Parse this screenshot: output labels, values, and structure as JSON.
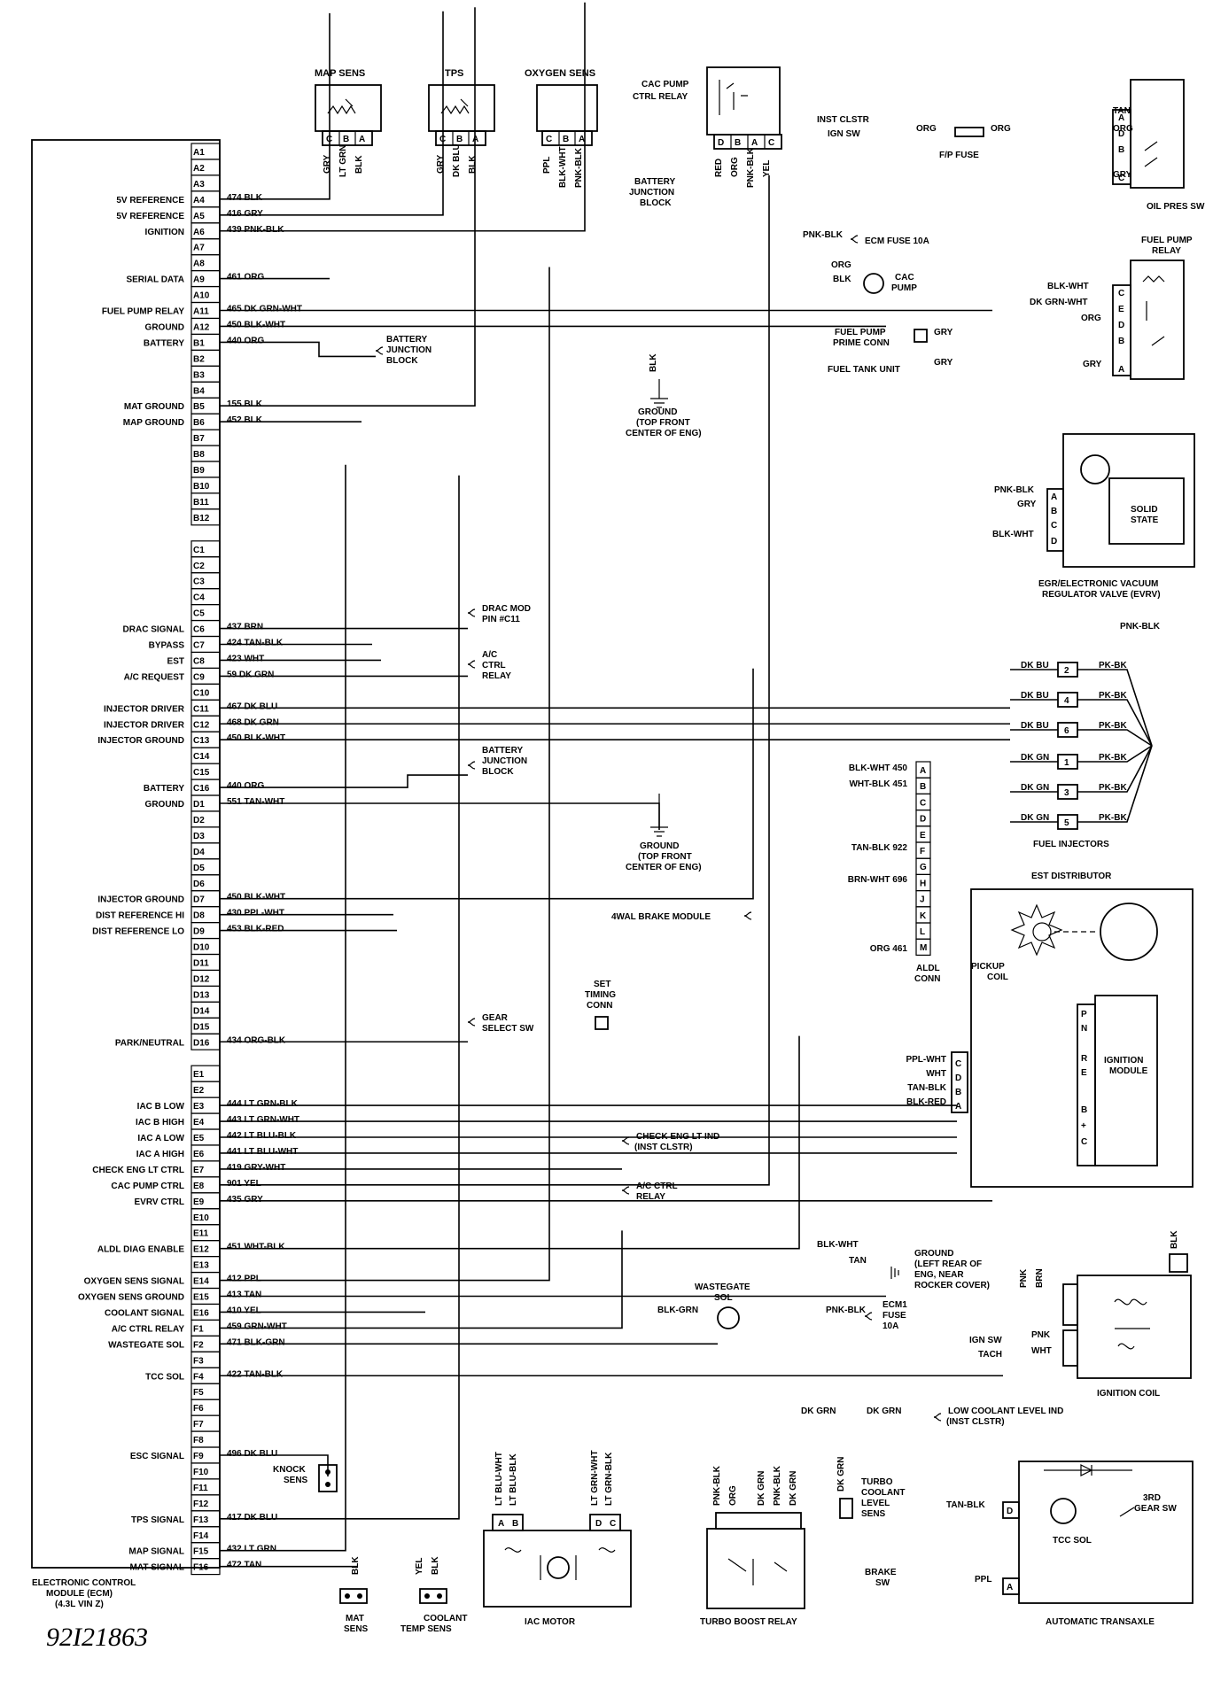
{
  "ecm": {
    "title_lines": [
      "ELECTRONIC CONTROL",
      "MODULE (ECM)",
      "(4.3L VIN Z)"
    ],
    "pins": [
      "A1",
      "A2",
      "A3",
      "A4",
      "A5",
      "A6",
      "A7",
      "A8",
      "A9",
      "A10",
      "A11",
      "A12",
      "B1",
      "B2",
      "B3",
      "B4",
      "B5",
      "B6",
      "B7",
      "B8",
      "B9",
      "B10",
      "B11",
      "B12",
      "C1",
      "C2",
      "C3",
      "C4",
      "C5",
      "C6",
      "C7",
      "C8",
      "C9",
      "C10",
      "C11",
      "C12",
      "C13",
      "C14",
      "C15",
      "C16",
      "D1",
      "D2",
      "D3",
      "D4",
      "D5",
      "D6",
      "D7",
      "D8",
      "D9",
      "D10",
      "D11",
      "D12",
      "D13",
      "D14",
      "D15",
      "D16",
      "E1",
      "E2",
      "E3",
      "E4",
      "E5",
      "E6",
      "E7",
      "E8",
      "E9",
      "E10",
      "E11",
      "E12",
      "E13",
      "E14",
      "E15",
      "E16",
      "F1",
      "F2",
      "F3",
      "F4",
      "F5",
      "F6",
      "F7",
      "F8",
      "F9",
      "F10",
      "F11",
      "F12",
      "F13",
      "F14",
      "F15",
      "F16"
    ],
    "functions": [
      {
        "pin": "A4",
        "label": "5V REFERENCE",
        "wire": "474 BLK"
      },
      {
        "pin": "A5",
        "label": "5V REFERENCE",
        "wire": "416 GRY"
      },
      {
        "pin": "A6",
        "label": "IGNITION",
        "wire": "439 PNK-BLK"
      },
      {
        "pin": "A9",
        "label": "SERIAL DATA",
        "wire": "461 ORG"
      },
      {
        "pin": "A11",
        "label": "FUEL PUMP RELAY",
        "wire": "465 DK GRN-WHT"
      },
      {
        "pin": "A12",
        "label": "GROUND",
        "wire": "450 BLK-WHT"
      },
      {
        "pin": "B1",
        "label": "BATTERY",
        "wire": "440 ORG"
      },
      {
        "pin": "B5",
        "label": "MAT GROUND",
        "wire": "155 BLK"
      },
      {
        "pin": "B6",
        "label": "MAP GROUND",
        "wire": "452 BLK"
      },
      {
        "pin": "C6",
        "label": "DRAC SIGNAL",
        "wire": "437 BRN"
      },
      {
        "pin": "C7",
        "label": "BYPASS",
        "wire": "424 TAN-BLK"
      },
      {
        "pin": "C8",
        "label": "EST",
        "wire": "423 WHT"
      },
      {
        "pin": "C9",
        "label": "A/C REQUEST",
        "wire": "59 DK GRN"
      },
      {
        "pin": "C11",
        "label": "INJECTOR DRIVER",
        "wire": "467 DK BLU"
      },
      {
        "pin": "C12",
        "label": "INJECTOR DRIVER",
        "wire": "468 DK GRN"
      },
      {
        "pin": "C13",
        "label": "INJECTOR GROUND",
        "wire": "450 BLK-WHT"
      },
      {
        "pin": "C16",
        "label": "BATTERY",
        "wire": "440 ORG"
      },
      {
        "pin": "D1",
        "label": "GROUND",
        "wire": "551 TAN-WHT"
      },
      {
        "pin": "D7",
        "label": "INJECTOR GROUND",
        "wire": "450 BLK-WHT"
      },
      {
        "pin": "D8",
        "label": "DIST REFERENCE HI",
        "wire": "430 PPL-WHT"
      },
      {
        "pin": "D9",
        "label": "DIST REFERENCE LO",
        "wire": "453 BLK-RED"
      },
      {
        "pin": "D16",
        "label": "PARK/NEUTRAL",
        "wire": "434 ORG-BLK"
      },
      {
        "pin": "E3",
        "label": "IAC B LOW",
        "wire": "444 LT GRN-BLK"
      },
      {
        "pin": "E4",
        "label": "IAC B HIGH",
        "wire": "443 LT GRN-WHT"
      },
      {
        "pin": "E5",
        "label": "IAC A LOW",
        "wire": "442 LT BLU-BLK"
      },
      {
        "pin": "E6",
        "label": "IAC A HIGH",
        "wire": "441 LT BLU-WHT"
      },
      {
        "pin": "E7",
        "label": "CHECK ENG LT CTRL",
        "wire": "419 GRY-WHT"
      },
      {
        "pin": "E8",
        "label": "CAC PUMP CTRL",
        "wire": "901 YEL"
      },
      {
        "pin": "E9",
        "label": "EVRV CTRL",
        "wire": "435 GRY"
      },
      {
        "pin": "E12",
        "label": "ALDL DIAG ENABLE",
        "wire": "451 WHT-BLK"
      },
      {
        "pin": "E14",
        "label": "OXYGEN SENS SIGNAL",
        "wire": "412 PPL"
      },
      {
        "pin": "E15",
        "label": "OXYGEN SENS GROUND",
        "wire": "413 TAN"
      },
      {
        "pin": "E16",
        "label": "COOLANT SIGNAL",
        "wire": "410 YEL"
      },
      {
        "pin": "F1",
        "label": "A/C CTRL RELAY",
        "wire": "459 GRN-WHT"
      },
      {
        "pin": "F2",
        "label": "WASTEGATE SOL",
        "wire": "471 BLK-GRN"
      },
      {
        "pin": "F4",
        "label": "TCC SOL",
        "wire": "422 TAN-BLK"
      },
      {
        "pin": "F9",
        "label": "ESC SIGNAL",
        "wire": "496 DK BLU"
      },
      {
        "pin": "F13",
        "label": "TPS SIGNAL",
        "wire": "417 DK BLU"
      },
      {
        "pin": "F15",
        "label": "MAP SIGNAL",
        "wire": "432 LT GRN"
      },
      {
        "pin": "F16",
        "label": "MAT SIGNAL",
        "wire": "472 TAN"
      }
    ]
  },
  "sensors": {
    "map_sens": {
      "label": "MAP SENS",
      "pins": [
        "C",
        "B",
        "A"
      ],
      "wires": [
        "GRY",
        "LT GRN",
        "BLK"
      ]
    },
    "tps": {
      "label": "TPS",
      "pins": [
        "C",
        "B",
        "A"
      ],
      "wires": [
        "GRY",
        "DK BLU",
        "BLK"
      ]
    },
    "oxygen_sens": {
      "label": "OXYGEN SENS",
      "pins": [
        "C",
        "B",
        "A"
      ],
      "wires": [
        "PPL",
        "BLK-WHT",
        "PNK-BLK"
      ]
    },
    "cac_relay": {
      "label_lines": [
        "CAC PUMP",
        "CTRL RELAY"
      ],
      "pins": [
        "D",
        "B",
        "A",
        "C"
      ],
      "wires": [
        "RED",
        "ORG",
        "PNK-BLK",
        "YEL"
      ]
    }
  },
  "labels": {
    "battery_jb_top": [
      "BATTERY",
      "JUNCTION",
      "BLOCK"
    ],
    "battery_jb_mid": [
      "BATTERY",
      "JUNCTION",
      "BLOCK"
    ],
    "battery_jb_low": [
      "BATTERY",
      "JUNCTION",
      "BLOCK"
    ],
    "ecm_fuse": "ECM FUSE 10A",
    "pnk_blk": "PNK-BLK",
    "cac_pump": [
      "CAC",
      "PUMP"
    ],
    "org": "ORG",
    "blk": "BLK",
    "ground_top": [
      "GROUND",
      "(TOP FRONT",
      "CENTER OF ENG)"
    ],
    "ground_mid": [
      "GROUND",
      "(TOP FRONT",
      "CENTER OF ENG)"
    ],
    "inst_clstr": "INST CLSTR",
    "ign_sw": "IGN SW",
    "fp_fuse": "F/P FUSE",
    "oil_pres_sw": "OIL PRES SW",
    "fuel_pump_relay": [
      "FUEL PUMP",
      "RELAY"
    ],
    "fuel_pump_prime": [
      "FUEL PUMP",
      "PRIME CONN"
    ],
    "fuel_tank_unit": "FUEL TANK UNIT",
    "gry": "GRY",
    "tan": "TAN",
    "blk_wht": "BLK-WHT",
    "dk_grn_wht": "DK GRN-WHT",
    "solid_state": [
      "SOLID",
      "STATE"
    ],
    "egr": [
      "EGR/ELECTRONIC VACUUM",
      "REGULATOR VALVE (EVRV)"
    ],
    "drac_mod": [
      "DRAC MOD",
      "PIN #C11"
    ],
    "ac_ctrl_relay": [
      "A/C",
      "CTRL",
      "RELAY"
    ],
    "fuel_injectors": "FUEL INJECTORS",
    "inj_left": [
      "DK BU",
      "DK BU",
      "DK BU",
      "DK GN",
      "DK GN",
      "DK GN"
    ],
    "inj_nums": [
      "2",
      "4",
      "6",
      "1",
      "3",
      "5"
    ],
    "inj_right": "PK-BK",
    "aldl_wires": [
      "BLK-WHT 450",
      "WHT-BLK 451",
      "TAN-BLK 922",
      "BRN-WHT 696",
      "ORG 461"
    ],
    "aldl_pins": [
      "A",
      "B",
      "C",
      "D",
      "E",
      "F",
      "G",
      "H",
      "J",
      "K",
      "L",
      "M"
    ],
    "aldl_conn": [
      "ALDL",
      "CONN"
    ],
    "four_wal": "4WAL BRAKE MODULE",
    "est_distributor": "EST DISTRIBUTOR",
    "pickup_coil": [
      "PICKUP",
      "COIL"
    ],
    "ignition_module": [
      "IGNITION",
      "MODULE"
    ],
    "ign_mod_left": [
      "C",
      "D",
      "B",
      "A"
    ],
    "ign_mod_right": [
      "P",
      "N",
      "R",
      "E",
      "B",
      "+",
      "C"
    ],
    "ign_wires": [
      "PPL-WHT",
      "WHT",
      "TAN-BLK",
      "BLK-RED"
    ],
    "set_timing": [
      "SET",
      "TIMING",
      "CONN"
    ],
    "gear_select": [
      "GEAR",
      "SELECT SW"
    ],
    "check_eng": [
      "CHECK ENG LT IND",
      "(INST CLSTR)"
    ],
    "ac_ctrl_relay2": [
      "A/C CTRL",
      "RELAY"
    ],
    "ground_rear": [
      "GROUND",
      "(LEFT REAR OF",
      "ENG, NEAR",
      "ROCKER COVER)"
    ],
    "ecm1_fuse": [
      "ECM1",
      "FUSE",
      "10A"
    ],
    "wastegate": [
      "WASTEGATE",
      "SOL"
    ],
    "blk_grn": "BLK-GRN",
    "ignition_coil": "IGNITION COIL",
    "pnk": "PNK",
    "brn": "BRN",
    "wht": "WHT",
    "tach": "TACH",
    "low_coolant": [
      "LOW COOLANT LEVEL IND",
      "(INST CLSTR)"
    ],
    "dk_grn": "DK GRN",
    "turbo_coolant": [
      "TURBO",
      "COOLANT",
      "LEVEL",
      "SENS"
    ],
    "turbo_boost_relay": "TURBO BOOST RELAY",
    "turbo_wires": [
      "PNK-BLK",
      "ORG",
      "DK GRN",
      "PNK-BLK",
      "DK GRN"
    ],
    "knock_sens": [
      "KNOCK",
      "SENS"
    ],
    "mat_sens": [
      "MAT",
      "SENS"
    ],
    "coolant_temp": [
      "COOLANT",
      "TEMP SENS"
    ],
    "iac_motor": "IAC MOTOR",
    "iac_pins": [
      "A",
      "B",
      "D",
      "C"
    ],
    "iac_wires": [
      "LT BLU-WHT",
      "LT BLU-BLK",
      "LT GRN-WHT",
      "LT GRN-BLK"
    ],
    "yel": "YEL",
    "tan_blk": "TAN-BLK",
    "third_gear": [
      "3RD",
      "GEAR SW"
    ],
    "tcc_sol": "TCC SOL",
    "brake_sw": [
      "BRAKE",
      "SW"
    ],
    "ppl": "PPL",
    "auto_transaxle": "AUTOMATIC TRANSAXLE"
  },
  "doc_number": "92I21863"
}
